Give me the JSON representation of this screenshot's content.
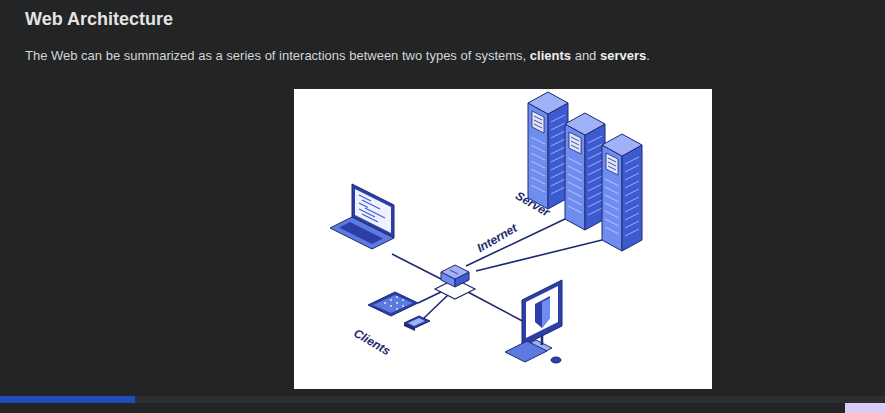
{
  "diagram": {
    "title": "Web Architecture",
    "labels": [
      "The Web can be summarized as a series of interactions between two types of systems,",
      "clients",
      "and",
      "servers",
      ".",
      "Server",
      "Internet",
      "Clients"
    ]
  }
}
